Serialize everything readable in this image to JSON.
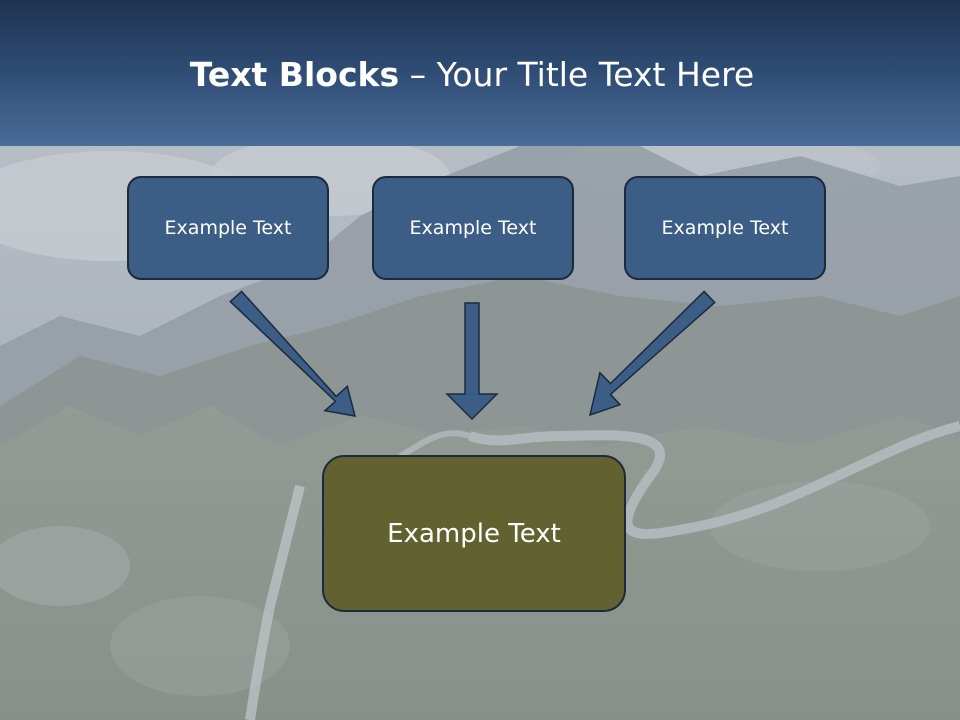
{
  "title": {
    "bold": "Text Blocks",
    "dash": " – ",
    "rest": "Your Title Text Here"
  },
  "blocks": {
    "top": [
      "Example Text",
      "Example Text",
      "Example Text"
    ],
    "main": "Example Text"
  },
  "colors": {
    "header_top": "#1e3350",
    "header_bottom": "#4a6c98",
    "top_box": "#3b5d86",
    "main_box": "#626230",
    "arrow": "#3b5d86",
    "outline": "#1b2a3d"
  },
  "background": {
    "scene": "mountain-road-photo"
  }
}
